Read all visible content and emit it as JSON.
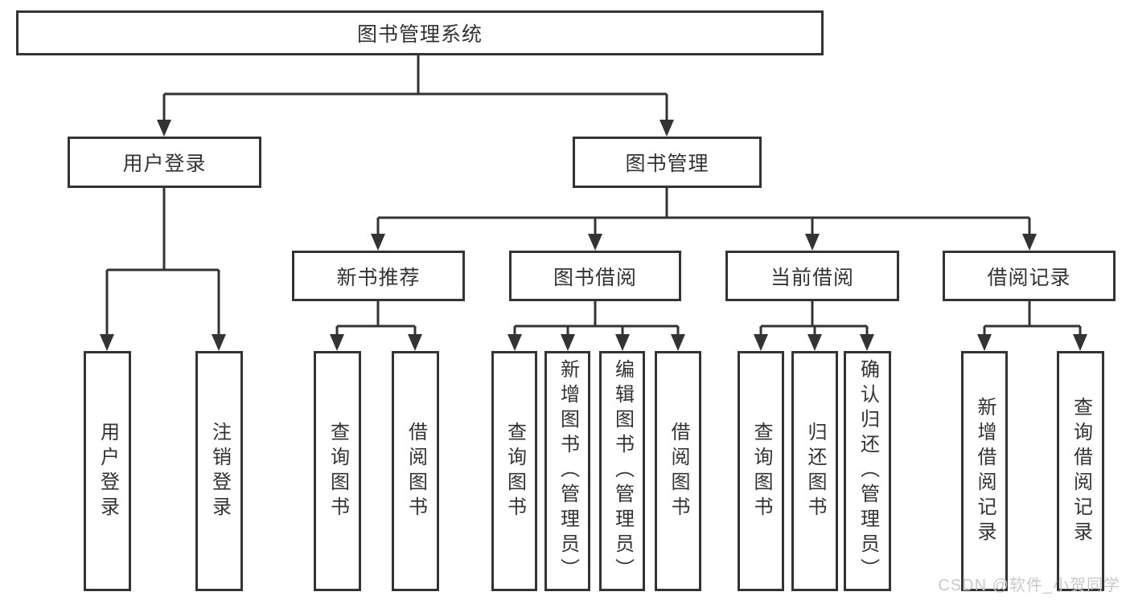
{
  "tree": {
    "root": {
      "label": "图书管理系统",
      "children": [
        {
          "label": "用户登录",
          "children": [
            {
              "label": "用户登录"
            },
            {
              "label": "注销登录"
            }
          ]
        },
        {
          "label": "图书管理",
          "children": [
            {
              "label": "新书推荐",
              "children": [
                {
                  "label": "查询图书"
                },
                {
                  "label": "借阅图书"
                }
              ]
            },
            {
              "label": "图书借阅",
              "children": [
                {
                  "label": "查询图书"
                },
                {
                  "label": "新增图书（管理员）"
                },
                {
                  "label": "编辑图书（管理员）"
                },
                {
                  "label": "借阅图书"
                }
              ]
            },
            {
              "label": "当前借阅",
              "children": [
                {
                  "label": "查询图书"
                },
                {
                  "label": "归还图书"
                },
                {
                  "label": "确认归还（管理员）"
                }
              ]
            },
            {
              "label": "借阅记录",
              "children": [
                {
                  "label": "新增借阅记录"
                },
                {
                  "label": "查询借阅记录"
                }
              ]
            }
          ]
        }
      ]
    }
  },
  "watermark": {
    "text": "CSDN @软件_小贺同学"
  },
  "colors": {
    "line": "#333333",
    "text": "#333333",
    "background": "#ffffff",
    "watermark": "#c9c9c9"
  }
}
